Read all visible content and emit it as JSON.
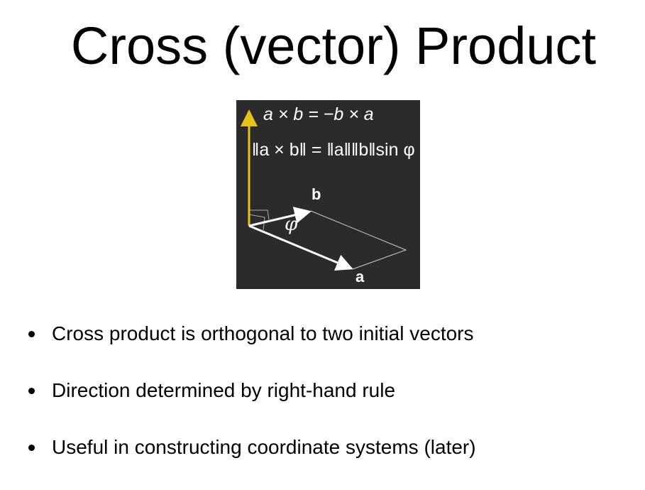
{
  "title": "Cross (vector) Product",
  "figure": {
    "equation_1": "a × b = −b × a",
    "equation_2": "‖a × b‖ = ‖a‖‖b‖sin φ",
    "label_a": "a",
    "label_b": "b",
    "label_angle": "φ",
    "colors": {
      "background": "#2b2b2b",
      "cross_vector": "#e8c21c",
      "vectors": "#ffffff"
    }
  },
  "bullets": [
    "Cross product is orthogonal to two initial vectors",
    "Direction determined by right-hand rule",
    "Useful in constructing coordinate systems (later)"
  ]
}
